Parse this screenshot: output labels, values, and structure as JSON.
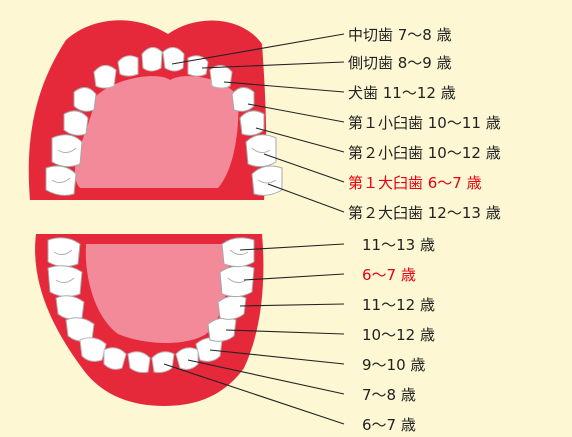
{
  "colors": {
    "background": "#fdf7d3",
    "gum": "#e5293b",
    "palate": "#f38a99",
    "highlight_label": "#e60012",
    "label": "#222222"
  },
  "upper_labels": [
    {
      "text": "中切歯 7〜8 歳",
      "highlight": false
    },
    {
      "text": "側切歯 8〜9 歳",
      "highlight": false
    },
    {
      "text": "犬歯 11〜12 歳",
      "highlight": false
    },
    {
      "text": "第１小臼歯 10〜11 歳",
      "highlight": false
    },
    {
      "text": "第２小臼歯 10〜12 歳",
      "highlight": false
    },
    {
      "text": "第１大臼歯 6〜7 歳",
      "highlight": true
    },
    {
      "text": "第２大臼歯 12〜13 歳",
      "highlight": false
    }
  ],
  "lower_labels": [
    {
      "text": "11〜13 歳",
      "highlight": false
    },
    {
      "text": "6〜7 歳",
      "highlight": true
    },
    {
      "text": "11〜12 歳",
      "highlight": false
    },
    {
      "text": "10〜12 歳",
      "highlight": false
    },
    {
      "text": "9〜10 歳",
      "highlight": false
    },
    {
      "text": "7〜8 歳",
      "highlight": false
    },
    {
      "text": "6〜7 歳",
      "highlight": false
    }
  ]
}
